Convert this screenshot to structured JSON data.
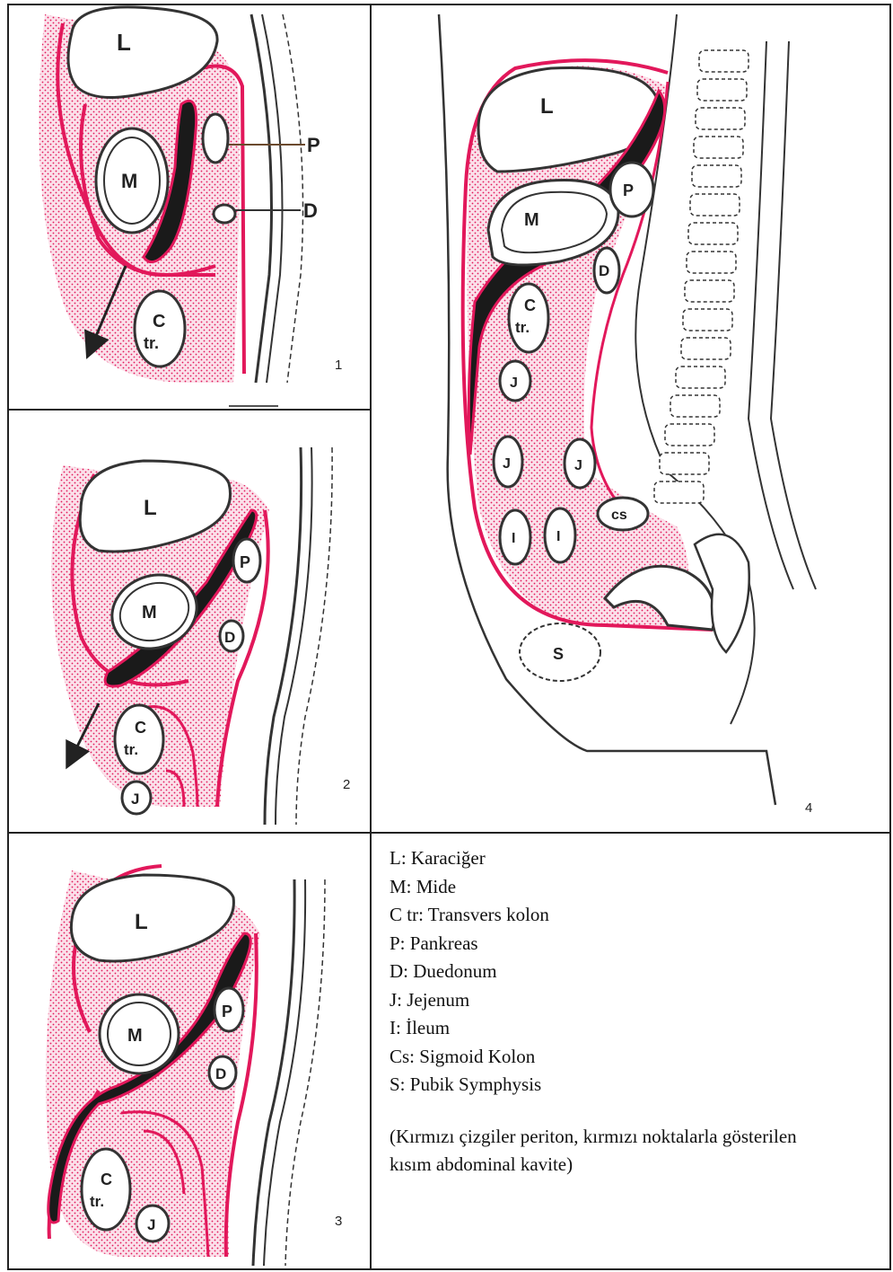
{
  "panels": [
    {
      "number": "1"
    },
    {
      "number": "2"
    },
    {
      "number": "3"
    },
    {
      "number": "4"
    }
  ],
  "organ_labels": {
    "liver": "L",
    "stomach": "M",
    "pancreas": "P",
    "duodenum": "D",
    "colon_top": "C",
    "colon_bottom": "tr.",
    "jejunum": "J",
    "ileum": "I",
    "sigmoid": "cs",
    "symphysis": "S"
  },
  "legend": {
    "items": [
      "L: Karaciğer",
      "M: Mide",
      "C tr: Transvers kolon",
      "P: Pankreas",
      "D: Duedonum",
      "J: Jejenum",
      "I: İleum",
      "Cs: Sigmoid Kolon",
      "S: Pubik Symphysis"
    ],
    "note": "(Kırmızı çizgiler periton, kırmızı noktalarla gösterilen kısım abdominal kavite)"
  },
  "colors": {
    "peritoneum": "#e2185b",
    "cavity": "#f7c6d6",
    "outline": "#333333",
    "dark": "#1a1a1a"
  }
}
